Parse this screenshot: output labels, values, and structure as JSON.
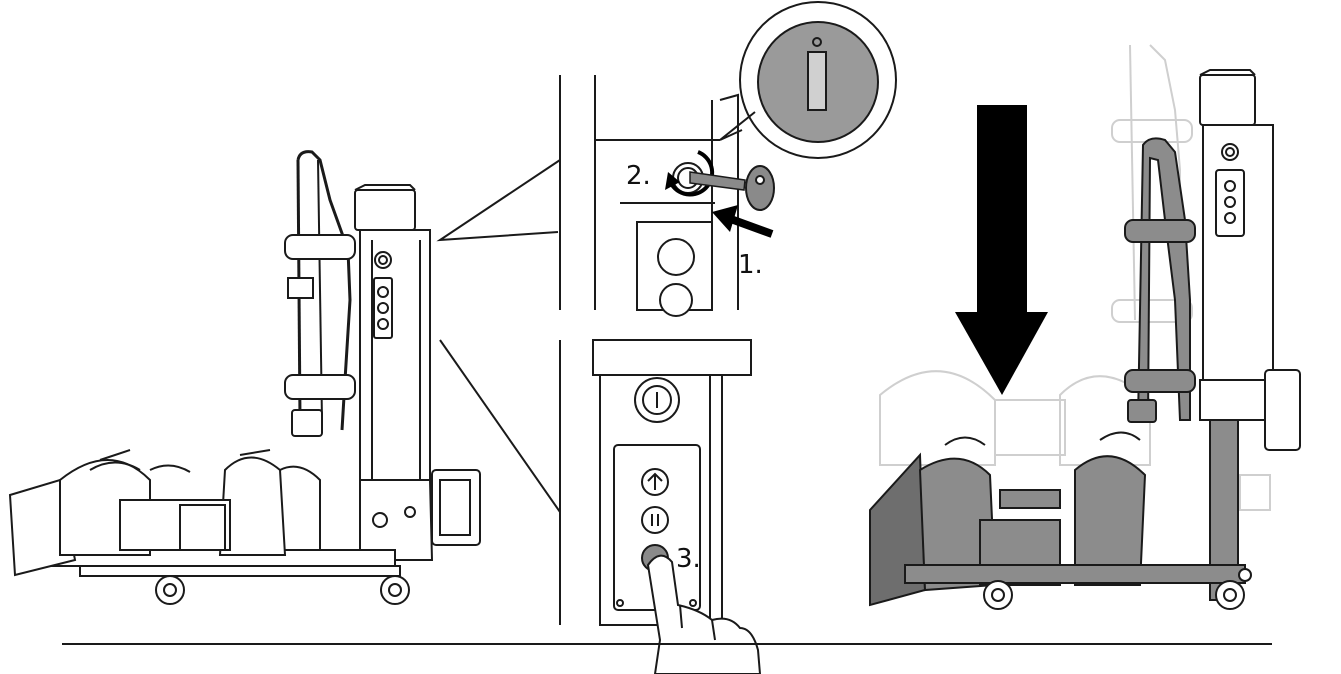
{
  "steps": [
    {
      "label": "1."
    },
    {
      "label": "2."
    },
    {
      "label": "3."
    }
  ],
  "colors": {
    "line": "#1a1a1a",
    "rack_gray": "#8c8c8c",
    "rack_dark": "#6e6e6e",
    "ghost": "#d2d2d2",
    "key_gray": "#8a8a8a",
    "lock_fill": "#9a9a9a",
    "arrow": "#000000"
  },
  "panels": [
    {
      "name": "rack-folded-view"
    },
    {
      "name": "detail-key-lock"
    },
    {
      "name": "detail-control-buttons"
    },
    {
      "name": "rack-lowered-view"
    }
  ],
  "icons": [
    "power-icon",
    "arrow-up-icon",
    "pause-icon",
    "arrow-down-icon",
    "key-icon",
    "finger-icon",
    "down-arrow-icon",
    "rotate-arrow-icon"
  ]
}
